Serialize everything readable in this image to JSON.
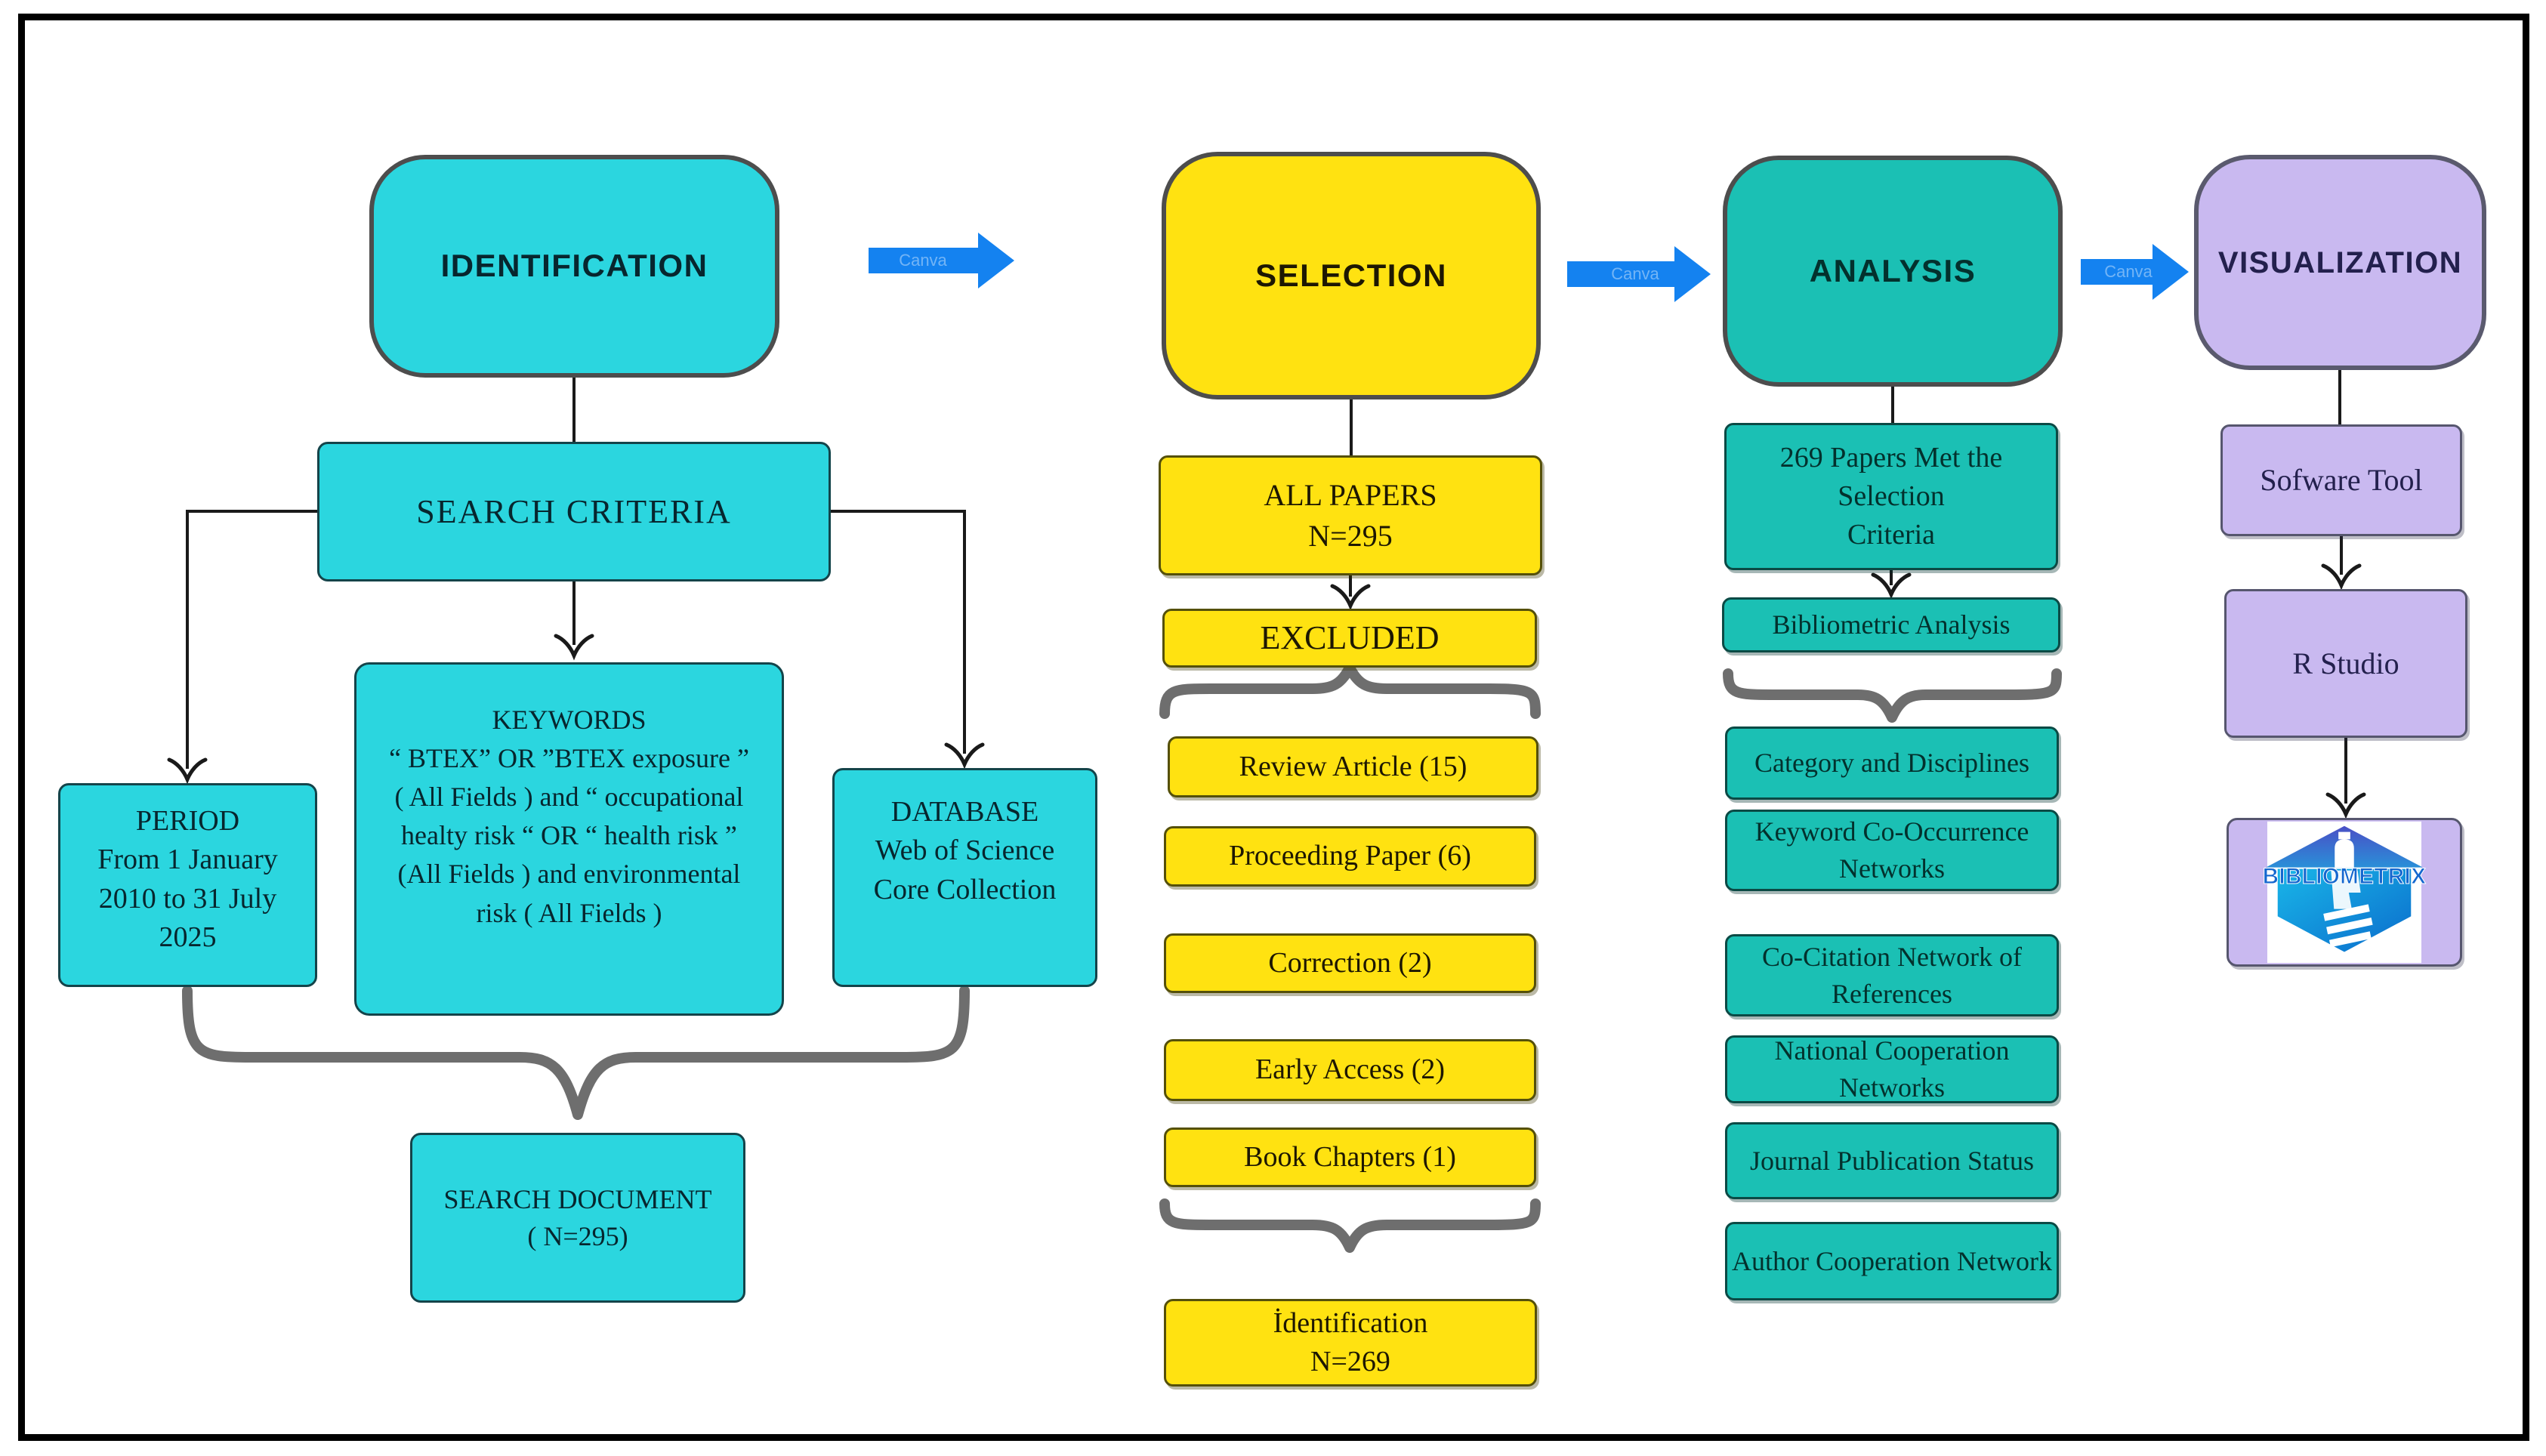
{
  "identification": {
    "header": "IDENTIFICATION",
    "search_criteria": "SEARCH  CRITERIA",
    "period": "PERIOD\nFrom 1 January\n2010 to 31 July\n2025",
    "keywords": "KEYWORDS\n“ BTEX” OR ”BTEX exposure ”\n( All Fields ) and “ occupational\nhealty risk “ OR “ health risk ”\n(All Fields ) and environmental\nrisk ( All Fields )",
    "database": "DATABASE\nWeb of Science\nCore Collection",
    "search_document": "SEARCH DOCUMENT\n( N=295)"
  },
  "selection": {
    "header": "SELECTION",
    "all_papers": "ALL PAPERS\nN=295",
    "excluded": "EXCLUDED",
    "items": [
      {
        "label": "Review Article (15)"
      },
      {
        "label": "Proceeding Paper (6)"
      },
      {
        "label": "Correction (2)"
      },
      {
        "label": "Early Access (2)"
      },
      {
        "label": "Book  Chapters (1)"
      }
    ],
    "result": "İdentification\nN=269"
  },
  "analysis": {
    "header": "ANALYSIS",
    "papers_met": "269 Papers Met the Selection\nCriteria",
    "bibliometric": "Bibliometric Analysis",
    "items": [
      {
        "label": "Category and Disciplines"
      },
      {
        "label": "Keyword Co-Occurrence\nNetworks"
      },
      {
        "label": "Co-Citation Network of\nReferences"
      },
      {
        "label": "National Cooperation Networks"
      },
      {
        "label": "Journal Publication Status"
      },
      {
        "label": "Author Cooperation Network"
      }
    ]
  },
  "visualization": {
    "header": "VISUALIZATION",
    "software_tool": "Sofware Tool",
    "r_studio": "R Studio",
    "logo_text": "BIBLIOMETRIX"
  },
  "arrows": {
    "watermark": "Canva"
  },
  "colors": {
    "cyan": "#2bd6df",
    "yellow": "#ffe211",
    "teal": "#1bc0b4",
    "lavender": "#c9b9f0",
    "arrow_blue": "#1482f0",
    "brace_gray": "#6e6e6e"
  }
}
